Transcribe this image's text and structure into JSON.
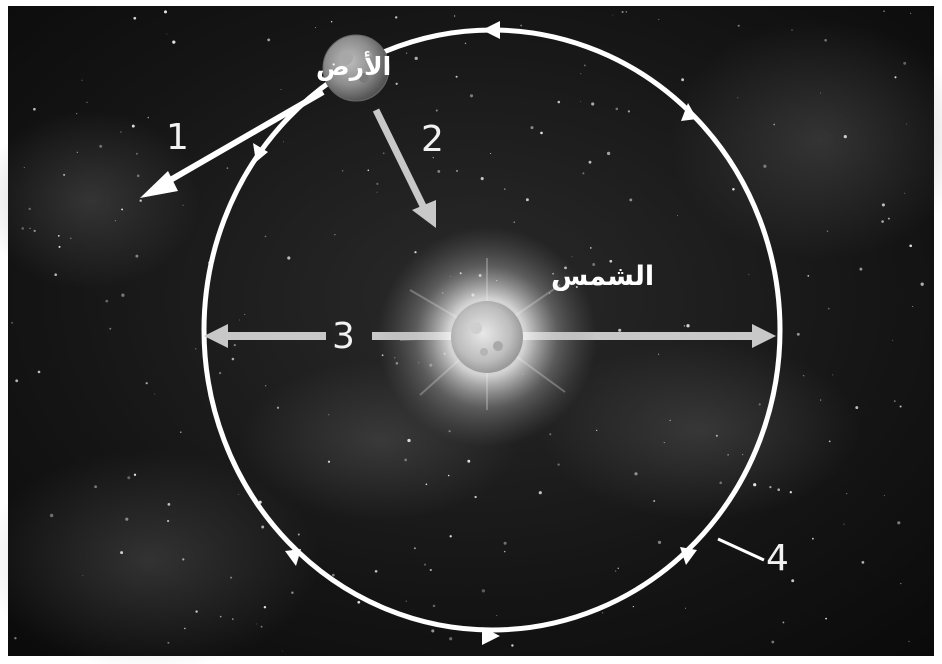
{
  "labels": {
    "earth": "الأرض",
    "sun": "الشمس",
    "arrow_1": "1",
    "arrow_2": "2",
    "diameter_3": "3",
    "orbit_4": "4"
  },
  "colors": {
    "background": "#101010",
    "orbit": "#ffffff",
    "arrows": "#c8c8c8",
    "earth": "#9a9a9a",
    "sun_glow": "#ffffff"
  },
  "icons": {
    "earth": "earth-icon",
    "sun": "sun-icon",
    "orbit_direction": "arrowhead-icon"
  }
}
